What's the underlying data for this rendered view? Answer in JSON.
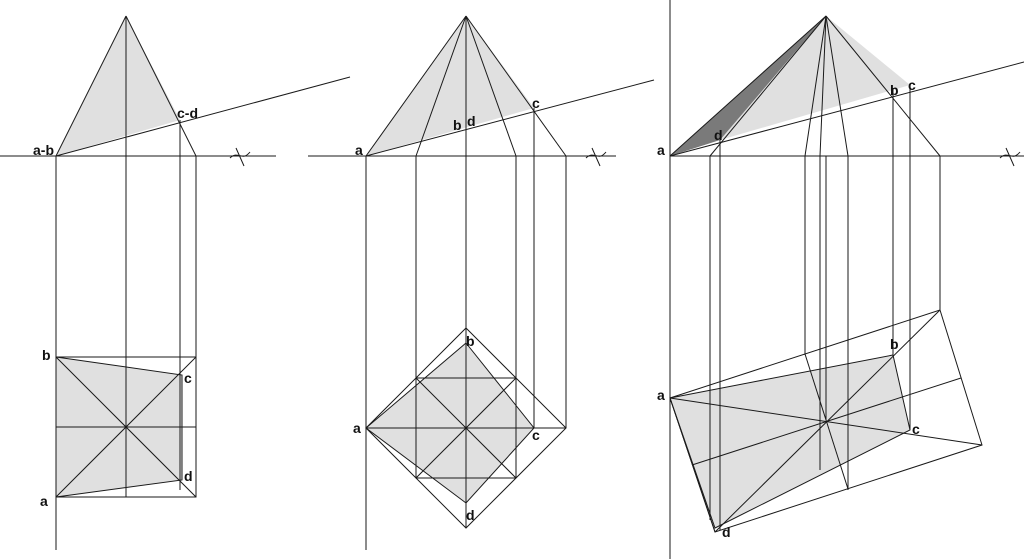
{
  "colors": {
    "background": "#ffffff",
    "line": "#1a1a1a",
    "section_fill": "#e0e0e0",
    "dark_fill": "#7a7a7a"
  },
  "panel1": {
    "label_ab_elev": "a-b",
    "label_cd_elev": "c-d",
    "label_b": "b",
    "label_c": "c",
    "label_a": "a",
    "label_d": "d"
  },
  "panel2": {
    "label_a_elev": "a",
    "label_b_elev": "b",
    "label_d_elev": "d",
    "label_c_elev": "c",
    "label_b": "b",
    "label_a": "a",
    "label_c": "c",
    "label_d": "d"
  },
  "panel3": {
    "label_a_elev": "a",
    "label_d_elev": "d",
    "label_b_elev": "b",
    "label_c_elev": "c",
    "label_b": "b",
    "label_a": "a",
    "label_c": "c",
    "label_d": "d"
  }
}
